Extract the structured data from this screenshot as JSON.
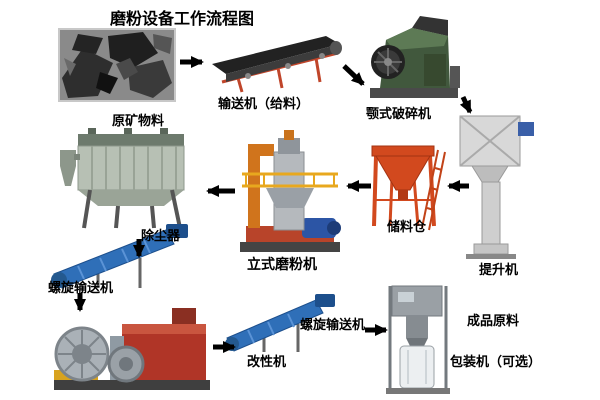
{
  "title": "磨粉设备工作流程图",
  "labels": {
    "raw_material": "原矿物料",
    "conveyor": "输送机（给料）",
    "jaw_crusher": "颚式破碎机",
    "elevator": "提升机",
    "silo": "储料仓",
    "mill": "立式磨粉机",
    "dust_collector": "除尘器",
    "screw_conveyor_1": "螺旋输送机",
    "modifier": "改性机",
    "screw_conveyor_2": "螺旋输送机",
    "finished_product": "成品原料",
    "packing": "包装机（可选）"
  },
  "flow": [
    "raw_material",
    "conveyor",
    "jaw_crusher",
    "elevator",
    "silo",
    "mill",
    "dust_collector",
    "screw_conveyor_1",
    "unlabeled_machine",
    "modifier",
    "screw_conveyor_2",
    "packing"
  ],
  "colors": {
    "arrow": "#000000",
    "silo_orange": "#d2491e",
    "screw_blue": "#2f6fb8",
    "machine_red": "#b03527",
    "crusher_green": "#41583d"
  }
}
